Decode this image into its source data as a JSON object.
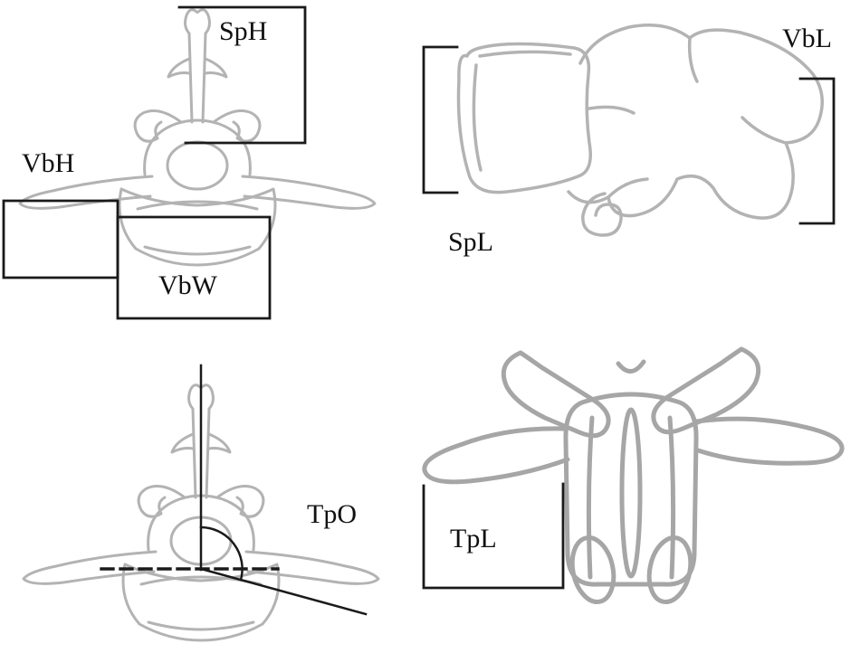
{
  "figure": {
    "background_color": "#ffffff",
    "annotation_color": "#1a1a1a",
    "sketch_color": "#b3b3b3",
    "labels": {
      "sph": "SpH",
      "vbh": "VbH",
      "vbw": "VbW",
      "vbl": "VbL",
      "spl": "SpL",
      "tpo": "TpO",
      "tpl": "TpL"
    },
    "drawings": {
      "top_left": "vertebra-cranial-view",
      "top_right": "vertebra-lateral-view",
      "bottom_left": "vertebra-cranial-view-angle",
      "bottom_right": "vertebra-dorsal-view"
    }
  }
}
